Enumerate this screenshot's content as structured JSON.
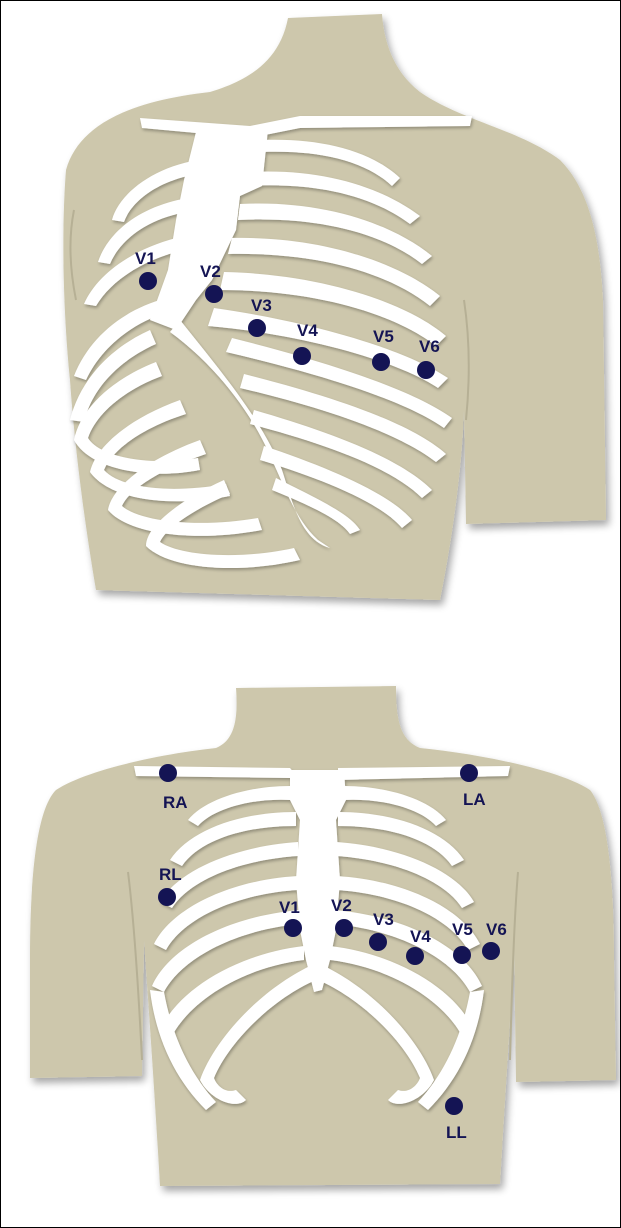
{
  "colors": {
    "skin": "#cdc7ac",
    "bone": "#ffffff",
    "electrode": "#141454",
    "label": "#141454",
    "frame": "#000000"
  },
  "figures": {
    "upper": {
      "view": "oblique chest",
      "electrodes": {
        "V1": "V1",
        "V2": "V2",
        "V3": "V3",
        "V4": "V4",
        "V5": "V5",
        "V6": "V6"
      }
    },
    "lower": {
      "view": "frontal chest",
      "electrodes": {
        "RA": "RA",
        "LA": "LA",
        "RL": "RL",
        "LL": "LL",
        "V1": "V1",
        "V2": "V2",
        "V3": "V3",
        "V4": "V4",
        "V5": "V5",
        "V6": "V6"
      }
    }
  }
}
